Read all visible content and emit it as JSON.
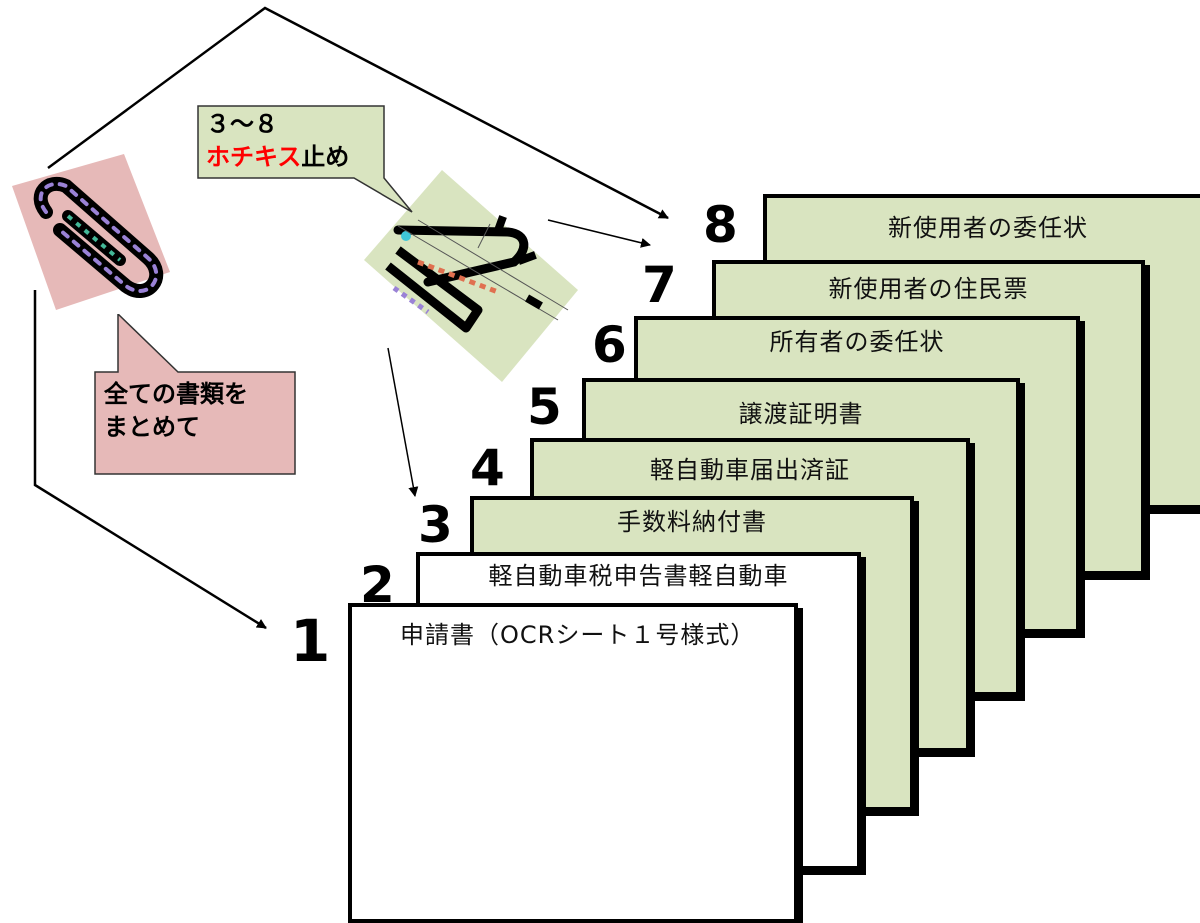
{
  "colors": {
    "doc_white": "#ffffff",
    "doc_green": "#d9e4c0",
    "callout_pink": "#e6b9b8",
    "callout_green": "#d9e4c0",
    "highlight_red": "#ff0000"
  },
  "documents": [
    {
      "number": "1",
      "title": "申請書（OCRシート１号様式）",
      "fill": "white"
    },
    {
      "number": "2",
      "title": "軽自動車税申告書軽自動車",
      "fill": "white"
    },
    {
      "number": "3",
      "title": "手数料納付書",
      "fill": "green"
    },
    {
      "number": "4",
      "title": "軽自動車届出済証",
      "fill": "green"
    },
    {
      "number": "5",
      "title": "譲渡証明書",
      "fill": "green"
    },
    {
      "number": "6",
      "title": "所有者の委任状",
      "fill": "green"
    },
    {
      "number": "7",
      "title": "新使用者の住民票",
      "fill": "green"
    },
    {
      "number": "8",
      "title": "新使用者の委任状",
      "fill": "green"
    }
  ],
  "callouts": {
    "all_docs": {
      "line1": "全ての書類を",
      "line2": "まとめて"
    },
    "staple": {
      "line1": "３～８",
      "line2_red": "ホチキス",
      "line2_rest": "止め"
    }
  },
  "icons": {
    "paperclip": "paperclip-icon",
    "stapler": "stapler-icon"
  }
}
